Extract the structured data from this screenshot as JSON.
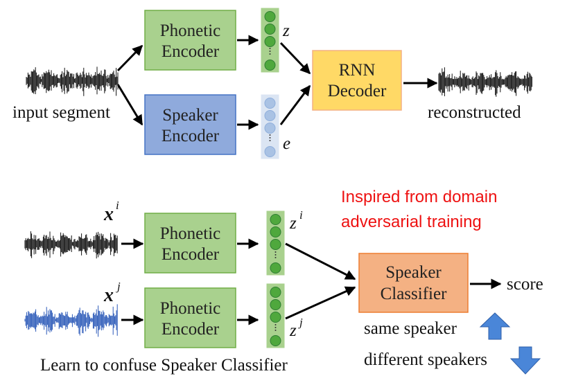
{
  "top": {
    "input_caption": "input segment",
    "phonetic_encoder": [
      "Phonetic",
      "Encoder"
    ],
    "speaker_encoder": [
      "Speaker",
      "Encoder"
    ],
    "decoder": [
      "RNN",
      "Decoder"
    ],
    "z_label": "z",
    "e_label": "e",
    "output_caption": "reconstructed"
  },
  "bottom": {
    "xi_base": "x",
    "xi_sup": "i",
    "xj_base": "x",
    "xj_sup": "j",
    "phonetic_encoder_1": [
      "Phonetic",
      "Encoder"
    ],
    "phonetic_encoder_2": [
      "Phonetic",
      "Encoder"
    ],
    "zi_base": "z",
    "zi_sup": "i",
    "zj_base": "z",
    "zj_sup": "j",
    "classifier": [
      "Speaker",
      "Classifier"
    ],
    "score_label": "score",
    "note": [
      "Inspired from domain",
      "adversarial training"
    ],
    "same_speaker": "same speaker",
    "different_speakers": "different speakers",
    "caption": "Learn to confuse Speaker Classifier"
  },
  "colors": {
    "phonetic_fill": "#a9d18e",
    "phonetic_stroke": "#70ad47",
    "speaker_fill": "#8faadc",
    "speaker_stroke": "#4472c4",
    "decoder_fill": "#ffd966",
    "decoder_stroke": "#f4b183",
    "classifier_fill": "#f4b183",
    "classifier_stroke": "#ed7d31",
    "note_red": "#ee1111",
    "arrow_blue": "#4a86d8",
    "wave_black": "#111111",
    "wave_blue": "#2b59b8"
  },
  "icons": [
    "arrow-up-icon",
    "arrow-down-icon"
  ]
}
